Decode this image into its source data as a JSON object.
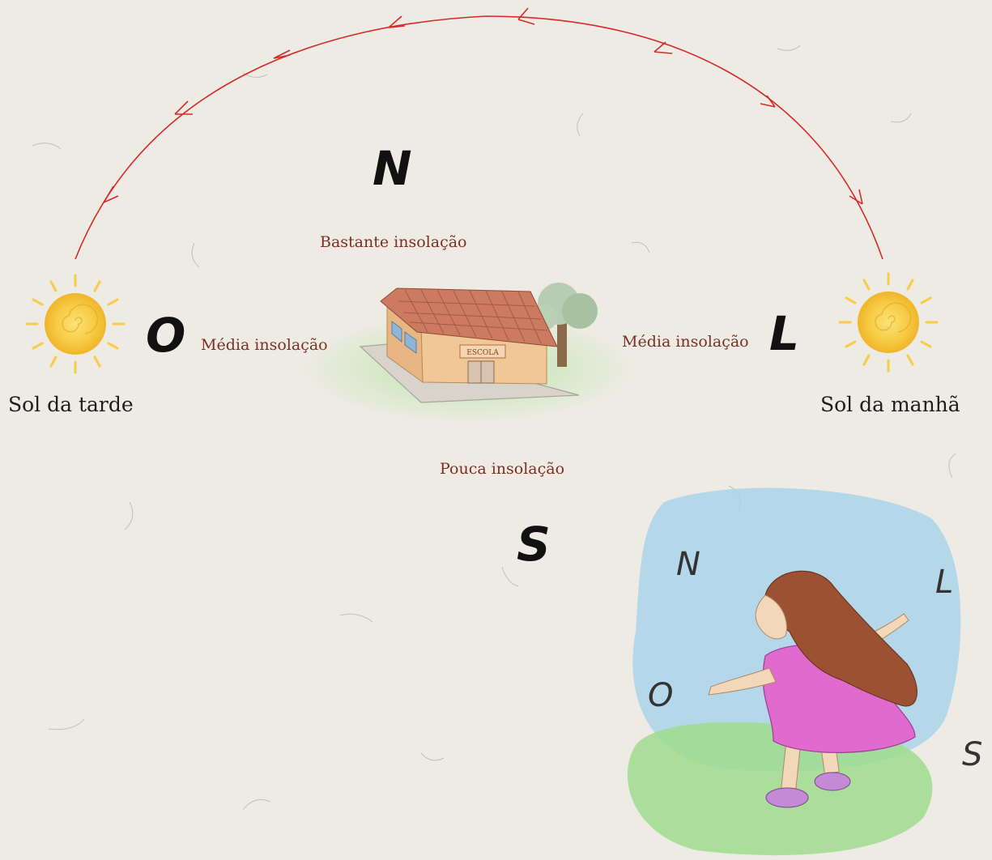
{
  "labels": {
    "north": "N",
    "south": "S",
    "west": "O",
    "east": "L",
    "sol_tarde": "Sol da tarde",
    "sol_manha": "Sol da manhã",
    "bastante": "Bastante insolação",
    "media_oeste": "Média insolação",
    "media_leste": "Média insolação",
    "pouca": "Pouca insolação"
  },
  "house": {
    "sign": "ESCOLA"
  },
  "girl_compass": {
    "north": "N",
    "east": "L",
    "west": "O",
    "south": "S"
  },
  "colors": {
    "sun_path": "#d42a2a",
    "brown_text": "#7a2f22",
    "sun": "#f5c23a",
    "roof": "#c9755c",
    "wall": "#f0c896",
    "dress": "#e06bcf",
    "hair": "#9c5232",
    "sky_wash": "#a9d4ea",
    "grass_wash": "#9fdc8e"
  }
}
